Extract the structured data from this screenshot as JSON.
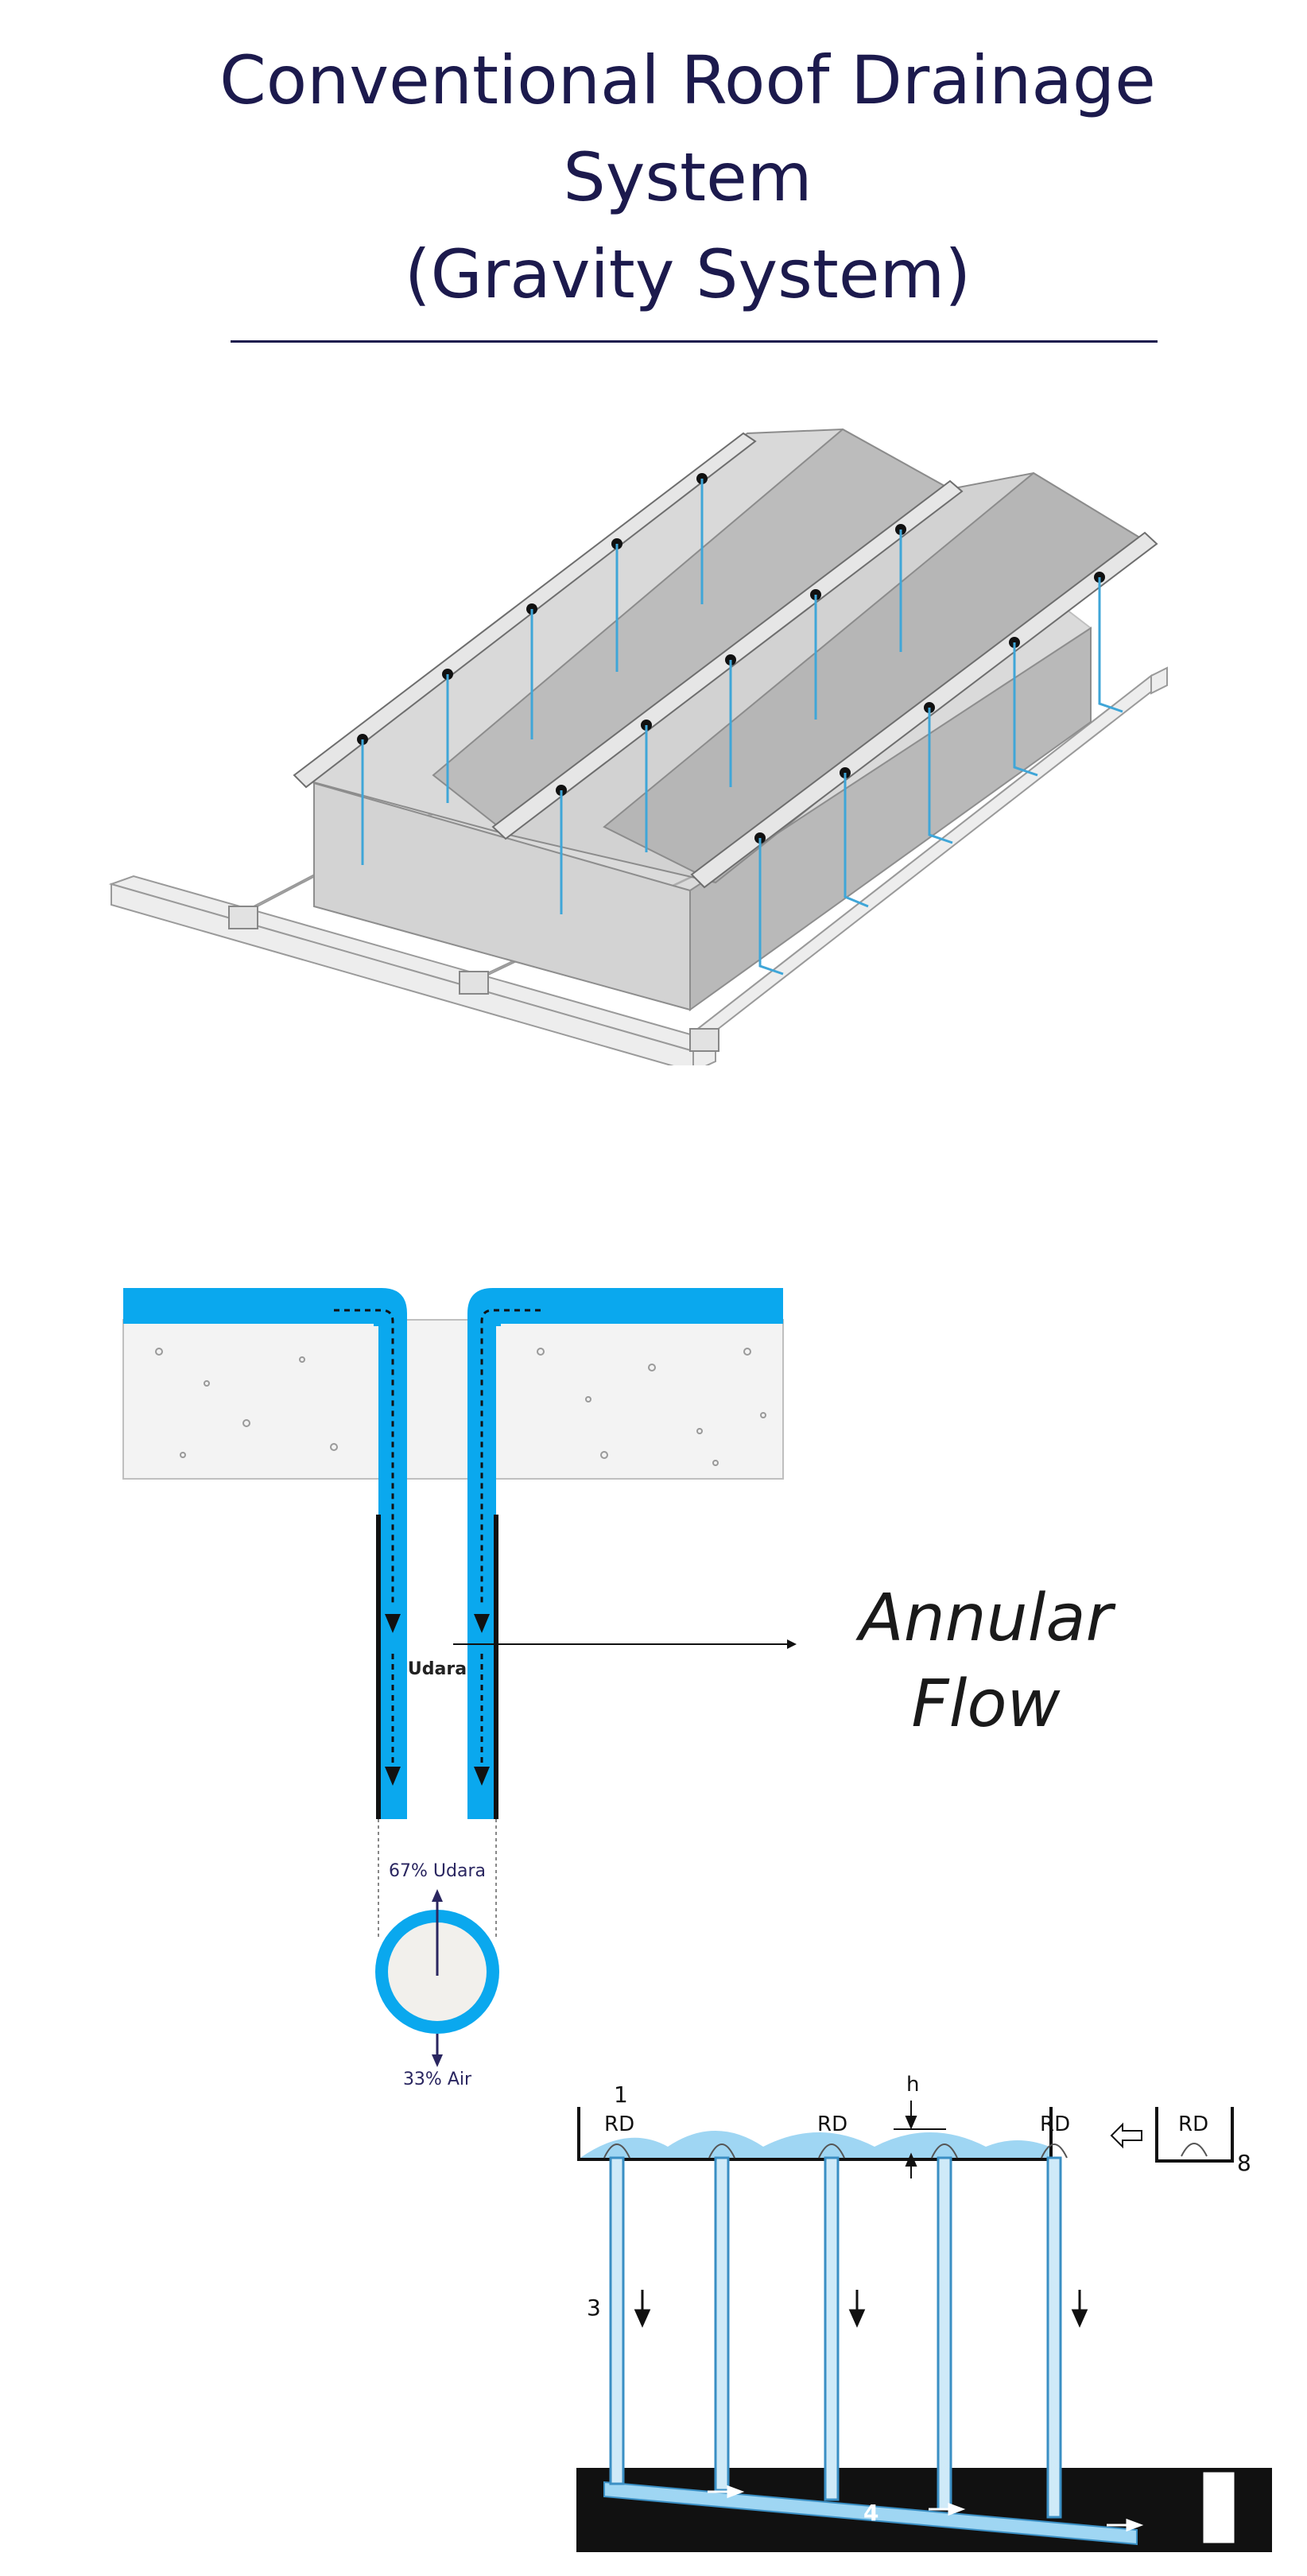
{
  "title": {
    "line1": "Conventional Roof Drainage",
    "line2": "System",
    "line3": "(Gravity System)"
  },
  "annular_flow": {
    "label_line1": "Annular",
    "label_line2": "Flow",
    "air_label": "Udara",
    "top_percentage": "67% Udara",
    "bottom_percentage": "33% Air"
  },
  "siphonic_section": {
    "roof_drain_label": "RD",
    "outlet_number": "1",
    "height_label": "h",
    "pipe_number": "3",
    "collector_number": "4",
    "overflow_number": "8"
  },
  "colors": {
    "title": "#1c1a4d",
    "water": "#0aa8ee",
    "light_water": "#9fd6f3",
    "building_gray": "#c9c9c9",
    "ground": "#111111"
  }
}
